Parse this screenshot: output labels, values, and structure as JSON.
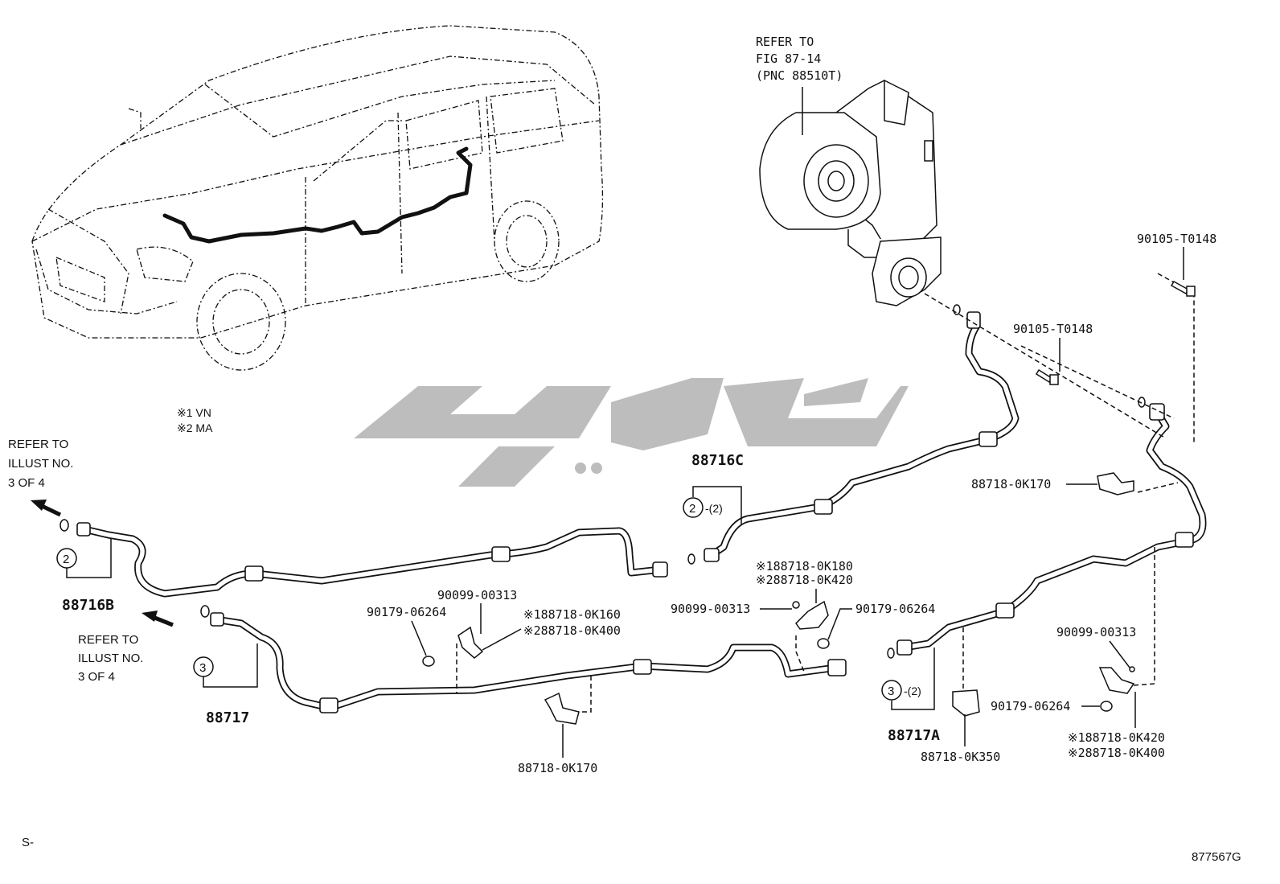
{
  "diagram": {
    "refer_fig": {
      "line1": "REFER TO",
      "line2": "FIG 87-14",
      "line3": "(PNC 88510T)"
    },
    "legend": {
      "vn": "※1 VN",
      "ma": "※2 MA"
    },
    "refer_left_top": {
      "line1": "REFER TO",
      "line2": "ILLUST NO.",
      "line3": "3 OF 4"
    },
    "refer_left_mid": {
      "line1": "REFER TO",
      "line2": "ILLUST NO.",
      "line3": "3 OF 4"
    },
    "parts": {
      "p88716B": "88716B",
      "p88716C": "88716C",
      "p88717": "88717",
      "p88717A": "88717A",
      "bolt_top": "90105-T0148",
      "bolt_mid": "90105-T0148",
      "clamp_r_top": "88718-0K170",
      "clamp_bottom_c": "88718-0K170",
      "clamp_bottom_r": "88718-0K350",
      "screw_c": "90099-00313",
      "nut_c": "90179-06264",
      "clamp_c_1": "※188718-0K160",
      "clamp_c_2": "※288718-0K400",
      "screw_m": "90099-00313",
      "nut_m": "90179-06264",
      "clamp_m_1": "※188718-0K180",
      "clamp_m_2": "※288718-0K420",
      "screw_r": "90099-00313",
      "nut_r": "90179-06264",
      "clamp_r_1": "※188718-0K420",
      "clamp_r_2": "※288718-0K400"
    },
    "ring_labels": {
      "two_a": "2",
      "two_b": "2",
      "three_a": "3",
      "three_b": "3"
    },
    "qty": {
      "q2": "-(2)",
      "q3": "-(2)"
    },
    "corner_left": "S-",
    "fig_code": "877567G"
  }
}
